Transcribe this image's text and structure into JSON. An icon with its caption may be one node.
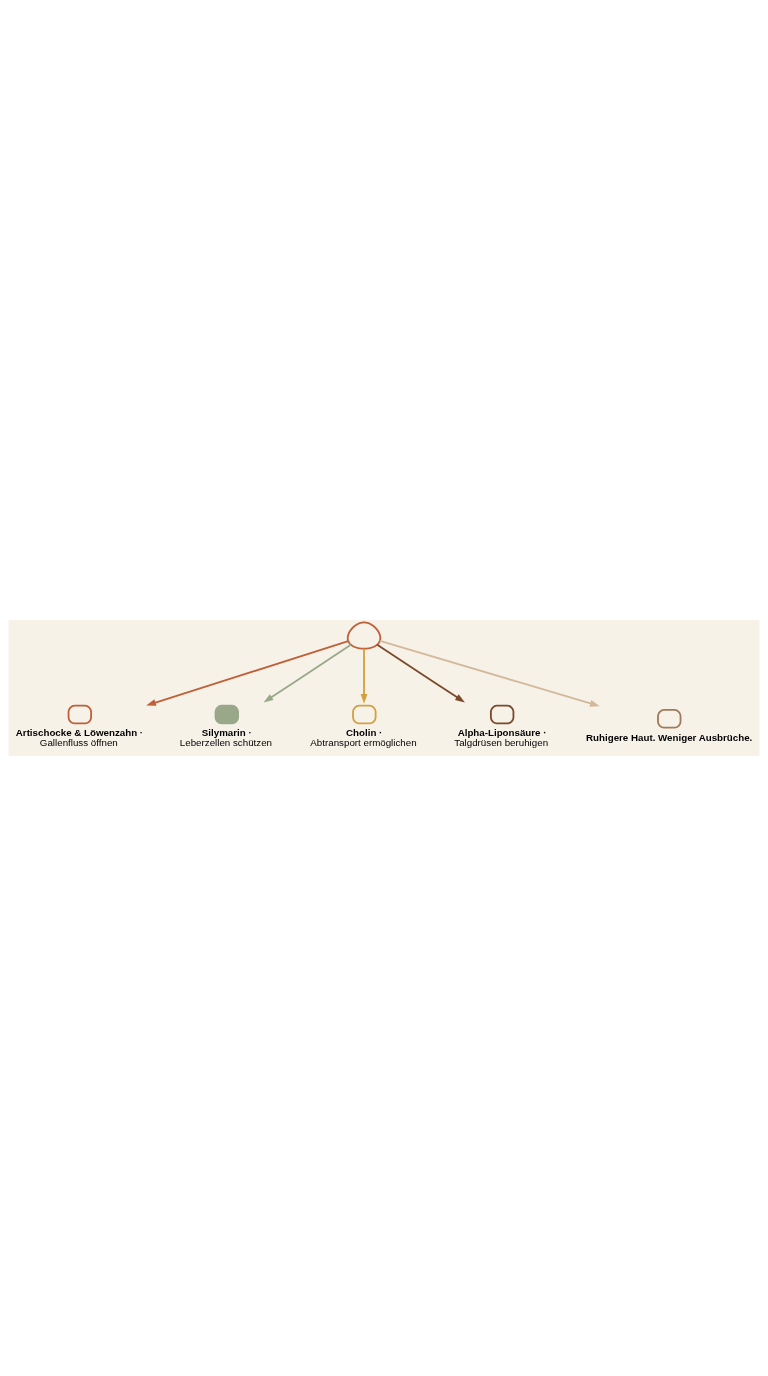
{
  "diagram": {
    "nodes": [
      {
        "text": [],
        "shape": "liver"
      },
      {
        "text": [],
        "shape": "wave",
        "beside": [
          "Artischocke & Löwenzahn ·",
          "Gallenfluss öffnen"
        ]
      },
      {
        "text": [],
        "shape": "shield",
        "beside": [
          "Silymarin ·",
          "Leberzellen schützen"
        ]
      },
      {
        "text": [],
        "shape": "truck",
        "beside": [
          "Cholin ·",
          "Abtransport ermöglichen"
        ]
      },
      {
        "text": [],
        "shape": "molecule",
        "beside": [
          "Alpha-Liponsäure ·",
          "Talgdrüsen beruhigen"
        ]
      },
      {
        "text": [],
        "shape": "face",
        "beside": [
          "Ruhigere Haut. Weniger Ausbrüche."
        ]
      }
    ],
    "edges": [
      {
        "from": 0,
        "to": 1,
        "arrow": "to",
        "color": "#c0603a"
      },
      {
        "from": 0,
        "to": 2,
        "arrow": "to",
        "color": "#9aa88a"
      },
      {
        "from": 0,
        "to": 3,
        "arrow": "to",
        "color": "#d4a040"
      },
      {
        "from": 0,
        "to": 4,
        "arrow": "to",
        "color": "#7a4a2a"
      },
      {
        "from": 0,
        "to": 5,
        "arrow": "to",
        "color": "#d4b89a"
      }
    ]
  }
}
